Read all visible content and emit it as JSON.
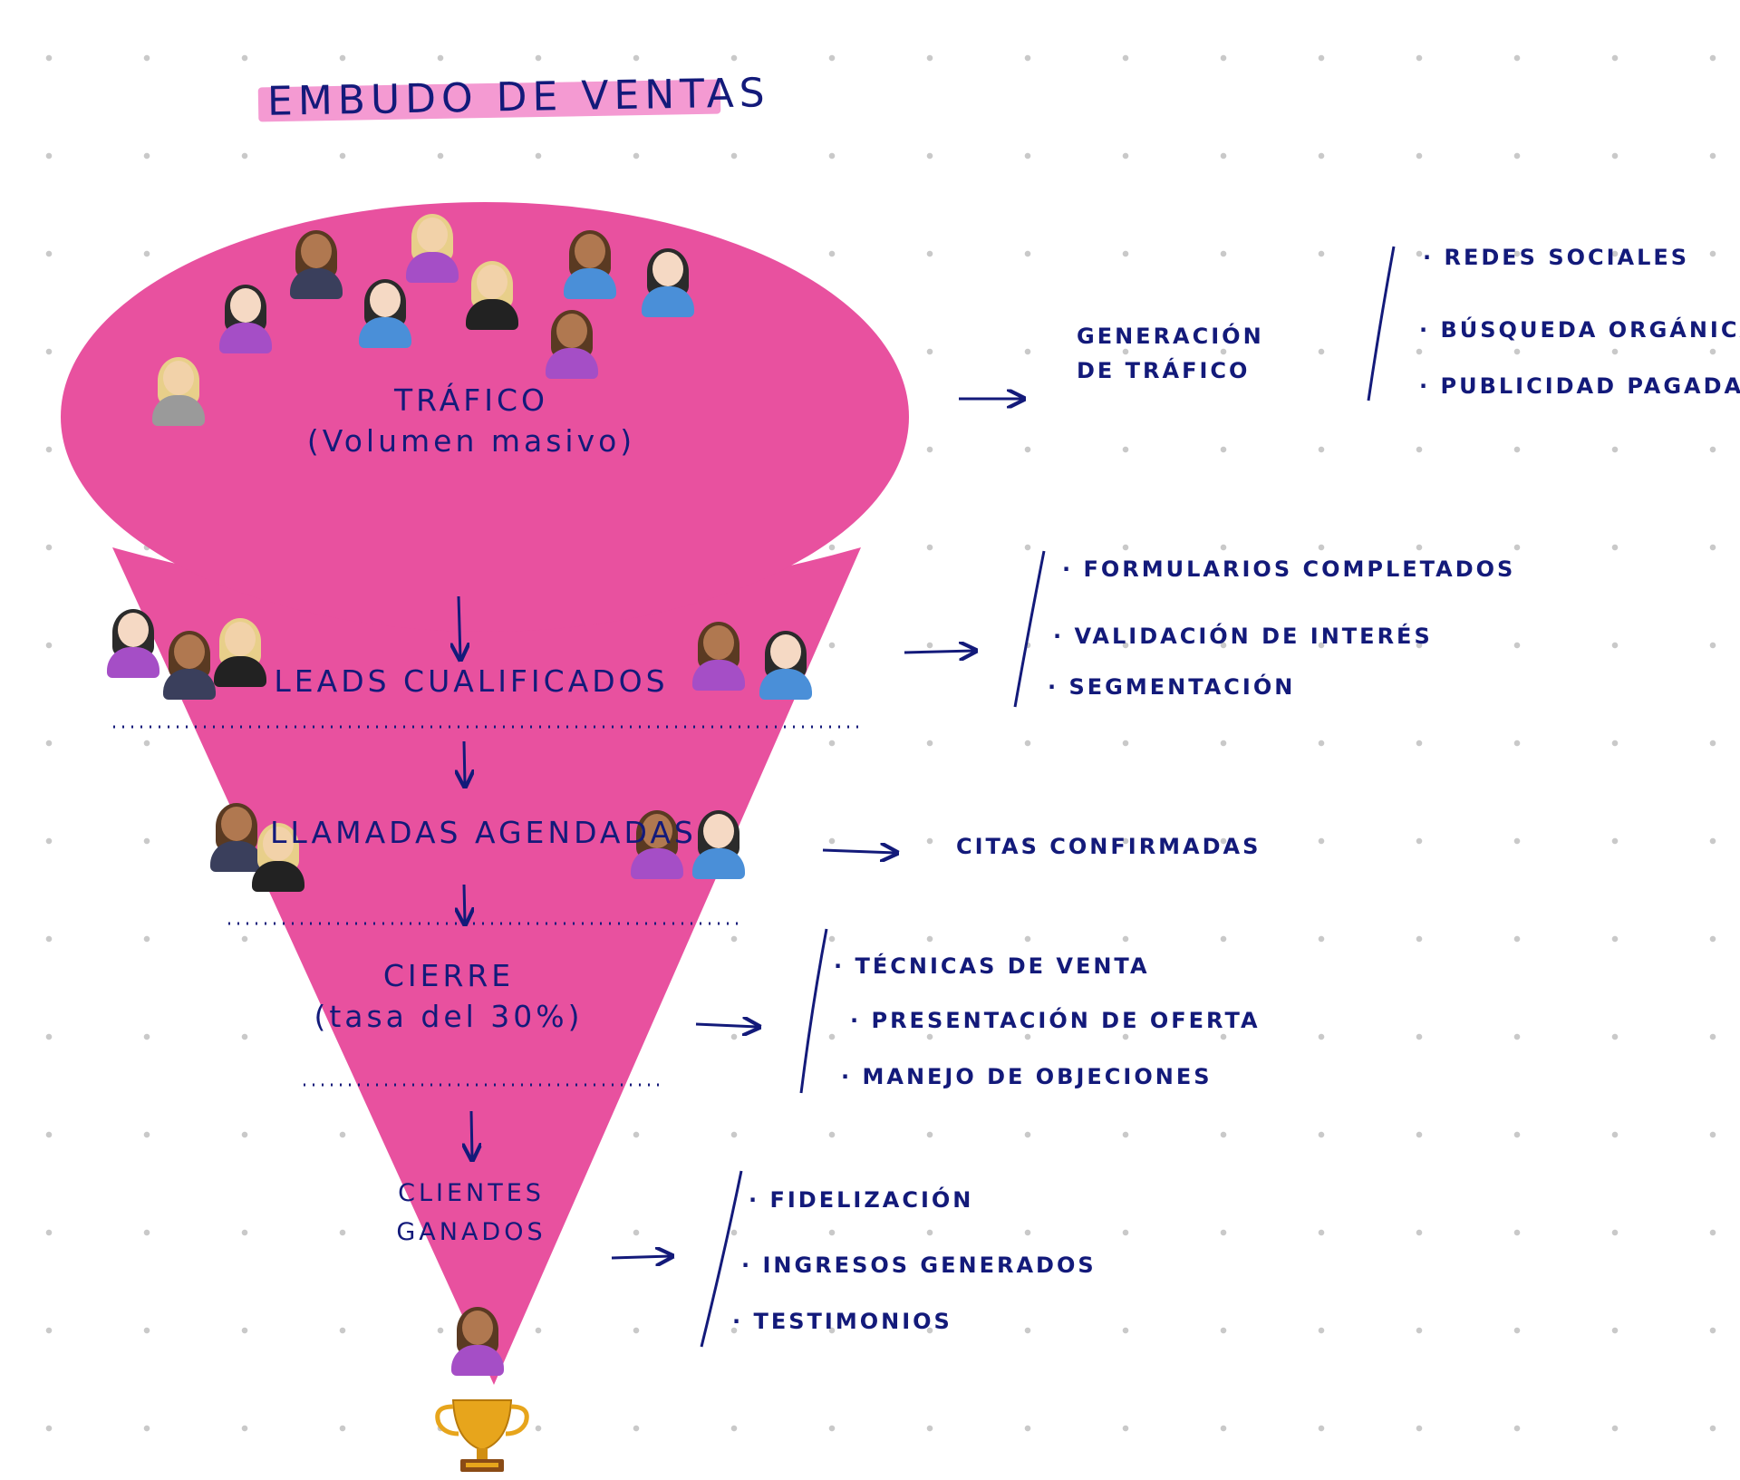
{
  "title": "EMBUDO DE VENTAS",
  "colors": {
    "funnel": "#e8519f",
    "ink": "#131a7a",
    "highlight": "#f49ad2"
  },
  "stages": [
    {
      "label": "TRÁFICO",
      "sub": "(Volumen masivo)",
      "details_heading": "GENERACIÓN DE TRÁFICO",
      "details": [
        "REDES SOCIALES",
        "BÚSQUEDA ORGÁNICA",
        "PUBLICIDAD PAGADA"
      ]
    },
    {
      "label": "LEADS CUALIFICADOS",
      "details": [
        "FORMULARIOS COMPLETADOS",
        "VALIDACIÓN DE INTERÉS",
        "SEGMENTACIÓN"
      ]
    },
    {
      "label": "LLAMADAS AGENDADAS",
      "details": [
        "CITAS CONFIRMADAS"
      ]
    },
    {
      "label": "CIERRE",
      "sub": "(tasa del 30%)",
      "details": [
        "TÉCNICAS DE VENTA",
        "PRESENTACIÓN DE OFERTA",
        "MANEJO DE OBJECIONES"
      ]
    },
    {
      "label": "CLIENTES GANADOS",
      "details": [
        "FIDELIZACIÓN",
        "INGRESOS GENERADOS",
        "TESTIMONIOS"
      ]
    }
  ],
  "icons": {
    "people": "person-emoji-icon",
    "trophy": "trophy-icon",
    "arrow": "arrow-right-icon"
  }
}
